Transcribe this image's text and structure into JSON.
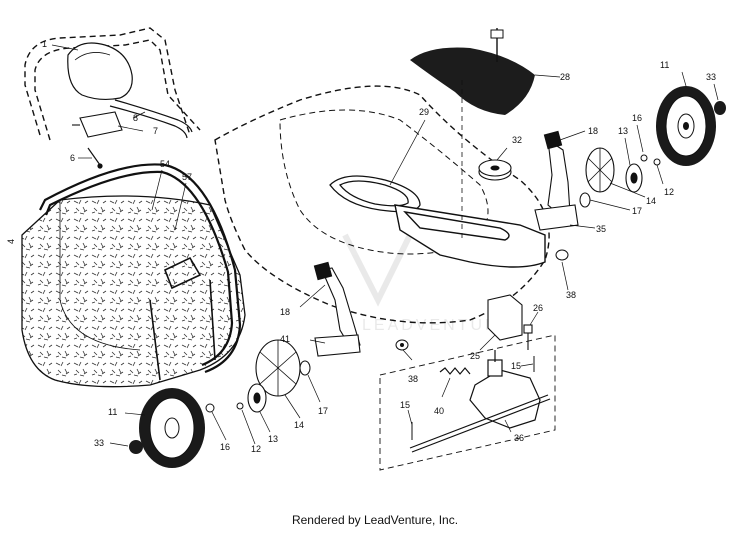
{
  "footer": {
    "credit": "Rendered by LeadVenture, Inc."
  },
  "watermark": {
    "text": "LEADVENTURE"
  },
  "callouts": {
    "handle_cover": "1",
    "bag_side": "4",
    "pin": "6",
    "bracket": "7",
    "handle_tube": "8",
    "wheel_left": "11",
    "wheel_right": "11",
    "washer_left": "12",
    "washer_right": "12",
    "gear_left": "13",
    "gear_right": "13",
    "hubcap_left": "14",
    "hubcap_right": "14",
    "bolt_left": "15",
    "bolt_right": "15",
    "spacer_left": "16",
    "spacer_right": "16",
    "bushing_left": "17",
    "bushing_right": "17",
    "lever_left": "18",
    "lever_right": "18",
    "bracket_25": "25",
    "screw_26": "26",
    "top_cover": "28",
    "deck": "29",
    "pulley": "32",
    "cap_left": "33",
    "cap_right": "33",
    "axle_assembly": "35",
    "transmission": "36",
    "nut_left": "38",
    "nut_right": "38",
    "spring": "40",
    "height_adjuster": "41",
    "bag_frame": "54",
    "bag": "57"
  },
  "colors": {
    "ink": "#111111",
    "tread": "#1a1a1a",
    "cover": "#1c1c1c",
    "paper": "#ffffff"
  }
}
